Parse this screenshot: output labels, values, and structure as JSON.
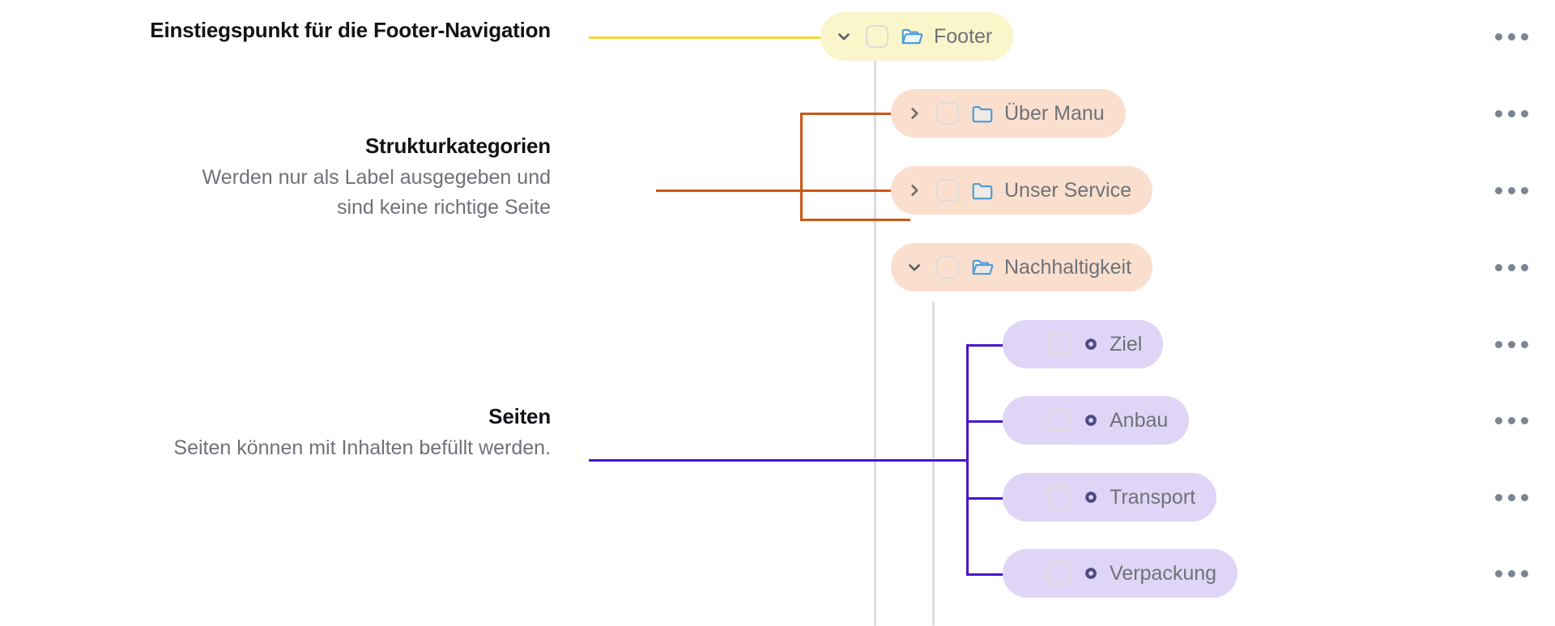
{
  "annotations": [
    {
      "id": "footer",
      "title": "Einstiegspunkt für die Footer-Navigation",
      "desc_lines": []
    },
    {
      "id": "struktur",
      "title": "Strukturkategorien",
      "desc_lines": [
        "Werden nur als Label ausgegeben und",
        "sind keine richtige Seite"
      ]
    },
    {
      "id": "seiten",
      "title": "Seiten",
      "desc_lines": [
        "Seiten können mit Inhalten befüllt werden."
      ]
    }
  ],
  "nodes": [
    {
      "id": "footer",
      "label": "Footer",
      "type": "folder",
      "icon": "folder-open-icon",
      "twisty": "chevron-down-icon",
      "expanded": true,
      "checkbox": "unchecked",
      "color": "yellow",
      "menu": "more-options-icon"
    },
    {
      "id": "ueber-manu",
      "label": "Über Manu",
      "type": "folder",
      "icon": "folder-closed-icon",
      "twisty": "chevron-right-icon",
      "expanded": false,
      "checkbox": "unchecked",
      "color": "orange",
      "menu": "more-options-icon"
    },
    {
      "id": "unser-service",
      "label": "Unser Service",
      "type": "folder",
      "icon": "folder-closed-icon",
      "twisty": "chevron-right-icon",
      "expanded": false,
      "checkbox": "unchecked",
      "color": "orange",
      "menu": "more-options-icon"
    },
    {
      "id": "nachhaltigkeit",
      "label": "Nachhaltigkeit",
      "type": "folder",
      "icon": "folder-open-icon",
      "twisty": "chevron-down-icon",
      "expanded": true,
      "checkbox": "unchecked",
      "color": "orange",
      "menu": "more-options-icon"
    },
    {
      "id": "ziel",
      "label": "Ziel",
      "type": "page",
      "icon": "page-dot-icon",
      "twisty": "none",
      "expanded": false,
      "checkbox": "unchecked",
      "color": "purple",
      "menu": "more-options-icon"
    },
    {
      "id": "anbau",
      "label": "Anbau",
      "type": "page",
      "icon": "page-dot-icon",
      "twisty": "none",
      "expanded": false,
      "checkbox": "unchecked",
      "color": "purple",
      "menu": "more-options-icon"
    },
    {
      "id": "transport",
      "label": "Transport",
      "type": "page",
      "icon": "page-dot-icon",
      "twisty": "none",
      "expanded": false,
      "checkbox": "unchecked",
      "color": "purple",
      "menu": "more-options-icon"
    },
    {
      "id": "verpackung",
      "label": "Verpackung",
      "type": "page",
      "icon": "page-dot-icon",
      "twisty": "none",
      "expanded": false,
      "checkbox": "unchecked",
      "color": "purple",
      "menu": "more-options-icon"
    }
  ],
  "colors": {
    "pill_yellow": "#fbf5cc",
    "pill_orange": "#fadfcf",
    "pill_purple": "#dfd6f7",
    "line_yellow": "#eddb33",
    "line_orange": "#ce5616",
    "line_purple": "#4a16c9",
    "rail_gray": "#dcdee3",
    "label_text": "#6f7277",
    "title_text": "#111316",
    "folder_icon": "#5b9bd5",
    "page_icon": "#4f4a86",
    "dots": "#7c8494"
  }
}
